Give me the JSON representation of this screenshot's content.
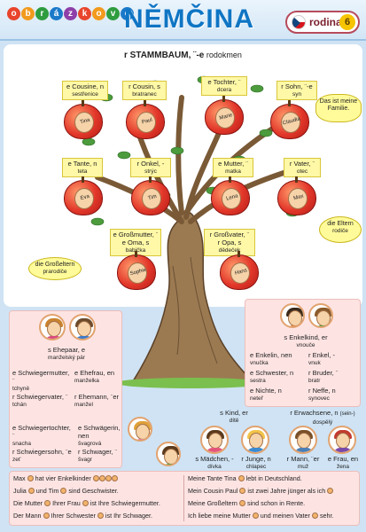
{
  "header": {
    "logo_letters": [
      "o",
      "b",
      "r",
      "á",
      "z",
      "k",
      "o",
      "v",
      "é"
    ],
    "logo_colors": [
      "#e8452c",
      "#f29a1d",
      "#2e9c3f",
      "#1b79c9",
      "#8e3fa8",
      "#e8452c",
      "#f29a1d",
      "#2e9c3f",
      "#1b79c9"
    ],
    "title": "NĚMČINA",
    "tag": "rodina",
    "page": "6"
  },
  "tree": {
    "heading_de": "r STAMMBAUM, ¨-e",
    "heading_cz": "rodokmen",
    "labels": [
      {
        "de": "e Cousine, n",
        "cz": "sestřenice"
      },
      {
        "de": "r Cousin, s",
        "cz": "bratranec"
      },
      {
        "de": "e Tochter, ¨",
        "cz": "dcera"
      },
      {
        "de": "r Sohn, ¨-e",
        "cz": "syn"
      },
      {
        "de": "e Tante, n",
        "cz": "teta"
      },
      {
        "de": "r Onkel, -",
        "cz": "strýc"
      },
      {
        "de": "e Mutter, ¨",
        "cz": "matka"
      },
      {
        "de": "r Vater, ¨",
        "cz": "otec"
      },
      {
        "de": "e Großmutter, ¨",
        "de2": "e Oma, s",
        "cz": "babička"
      },
      {
        "de": "r Großvater, ¨",
        "de2": "r Opa, s",
        "cz": "dědeček"
      }
    ],
    "apples": [
      "Tina",
      "Paul",
      "Marie",
      "Claudia",
      "Eva",
      "Tim",
      "Lena",
      "Max",
      "Sophie",
      "Hans"
    ],
    "bubbles": [
      {
        "de": "Das ist meine Familie."
      },
      {
        "de": "die Eltern",
        "cz": "rodiče"
      },
      {
        "de": "die Großeltern",
        "cz": "prarodiče"
      }
    ]
  },
  "left_panel": {
    "couple_de": "s Ehepaar, e",
    "couple_cz": "manželský pár",
    "words": [
      {
        "de": "e Schwiegermutter, ¨",
        "cz": "tchyně"
      },
      {
        "de": "e Ehefrau, en",
        "cz": "manželka"
      },
      {
        "de": "r Schwiegervater, ¨",
        "cz": "tchán"
      },
      {
        "de": "r Ehemann, ¨er",
        "cz": "manžel"
      },
      {
        "de": "e Schwiegertochter, ¨",
        "cz": "snacha"
      },
      {
        "de": "e Schwägerin, nen",
        "cz": "švagrová"
      },
      {
        "de": "r Schwiegersohn, ¨e",
        "cz": "zeť"
      },
      {
        "de": "r Schwager, ¨",
        "cz": "švagr"
      }
    ]
  },
  "right_panel": {
    "grandkid_de": "s Enkelkind, er",
    "grandkid_cz": "vnouče",
    "words": [
      {
        "de": "e Enkelin, nen",
        "cz": "vnučka"
      },
      {
        "de": "r Enkel, -",
        "cz": "vnuk"
      },
      {
        "de": "e Schwester, n",
        "cz": "sestra"
      },
      {
        "de": "r Bruder, ¨",
        "cz": "bratr"
      },
      {
        "de": "e Nichte, n",
        "cz": "neteř"
      },
      {
        "de": "r Neffe, n",
        "cz": "synovec"
      }
    ]
  },
  "people": [
    {
      "de": "s Kind, er",
      "cz": "dítě"
    },
    {
      "de": "r Erwachsene, n",
      "de_extra": "(sein-)",
      "cz": "dospělý"
    },
    {
      "de": "s Mädchen, -",
      "cz": "dívka"
    },
    {
      "de": "r Junge, n",
      "cz": "chlapec"
    },
    {
      "de": "r Mann, ¨er",
      "cz": "muž"
    },
    {
      "de": "e Frau, en",
      "cz": "žena"
    }
  ],
  "sentences_left": [
    [
      "Max",
      "hat vier Enkelkinder"
    ],
    [
      "Julia",
      "und Tim",
      "sind Geschwister."
    ],
    [
      "Die Mutter",
      "Ihrer Frau",
      "ist Ihre Schwiegermutter."
    ],
    [
      "Der Mann",
      "Ihrer Schwester",
      "ist Ihr Schwager."
    ]
  ],
  "sentences_right": [
    [
      "Meine Tante Tina",
      "lebt in Deutschland."
    ],
    [
      "Mein Cousin Paul",
      "ist zwei Jahre jünger als ich"
    ],
    [
      "Meine Großeltern",
      "sind schon in Rente."
    ],
    [
      "Ich liebe meine Mutter",
      "und meinen Vater",
      "sehr."
    ]
  ]
}
